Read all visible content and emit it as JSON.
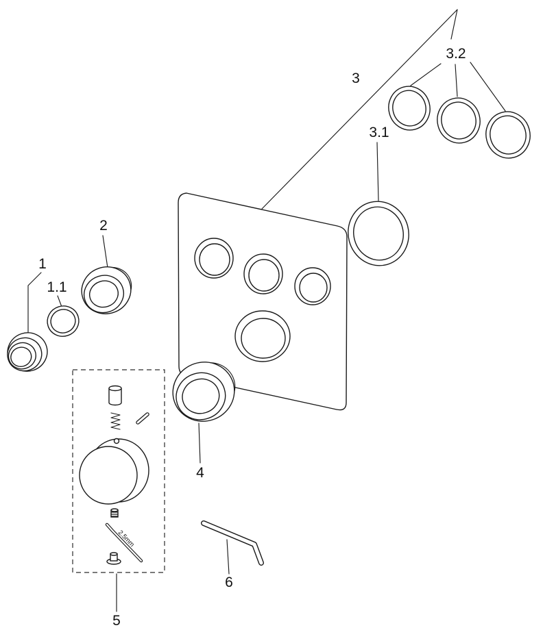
{
  "diagram": {
    "type": "exploded-parts-diagram",
    "background_color": "#ffffff",
    "line_color": "#1a1a1a",
    "parts": {
      "p1": "1",
      "p1_1": "1.1",
      "p2": "2",
      "p3": "3",
      "p3_1": "3.1",
      "p3_2": "3.2",
      "p4": "4",
      "p5": "5",
      "p6": "6"
    },
    "annotations": {
      "hex_key_size": "2.5mm"
    }
  }
}
